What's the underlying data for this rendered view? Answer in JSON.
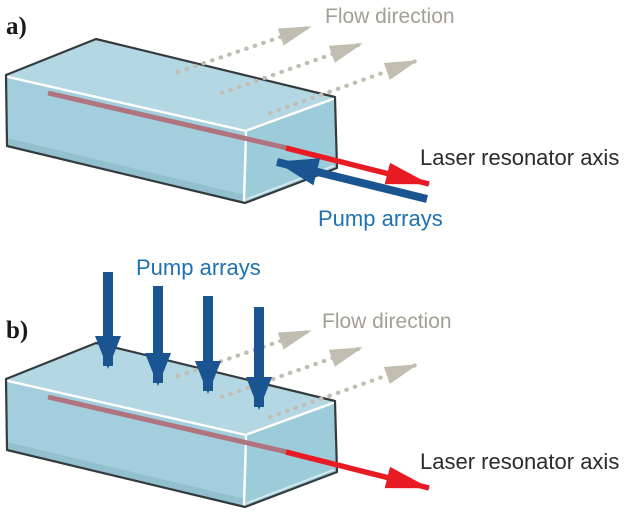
{
  "figure": {
    "description": "Two-panel diagram of a slab laser gain medium showing pump geometry, coolant flow direction and laser resonator axis",
    "background": "#ffffff"
  },
  "colors": {
    "box_top": "#b3d7e3",
    "box_front": "#a2cedd",
    "box_right": "#9ccbd9",
    "box_shade": "rgba(60,105,120,0.14)",
    "box_outline": "#343b3e",
    "inner_edge_white": "#ffffff",
    "laser_inner": "#b0747f",
    "laser_red": "#e81b24",
    "pump_navy": "#1a5592",
    "pump_label_blue": "#1e72b2",
    "flow_gray": "#c1bdb1",
    "flow_text_gray": "#a39f96",
    "dark_text": "#2e2a2b",
    "panel_label": "#1c1a19"
  },
  "panel_a": {
    "label": "a)",
    "flow_label": "Flow direction",
    "laser_label": "Laser resonator axis",
    "pump_label": "Pump arrays"
  },
  "panel_b": {
    "label": "b)",
    "flow_label": "Flow direction",
    "laser_label": "Laser resonator axis",
    "pump_label": "Pump arrays"
  }
}
